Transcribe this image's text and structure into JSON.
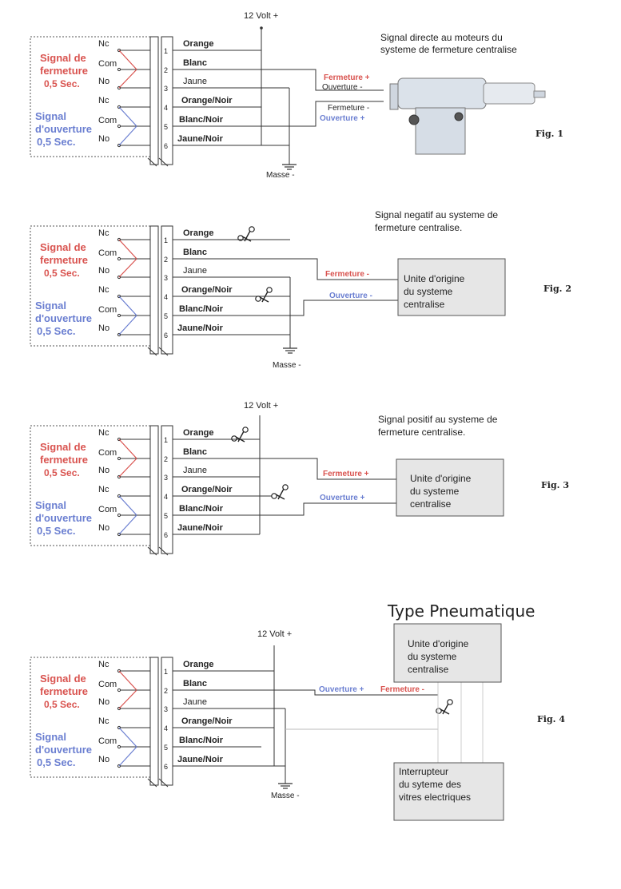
{
  "relay_labels": {
    "close_signal": [
      "Signal de",
      "fermeture",
      "0,5 Sec."
    ],
    "open_signal": [
      "Signal",
      "d'ouverture",
      "0,5 Sec."
    ],
    "nc": "Nc",
    "com": "Com",
    "no": "No"
  },
  "pins": [
    "1",
    "2",
    "3",
    "4",
    "5",
    "6"
  ],
  "wires": [
    "Orange",
    "Blanc",
    "Jaune",
    "Orange/Noir",
    "Blanc/Noir",
    "Jaune/Noir"
  ],
  "power": {
    "plus": "12 Volt +",
    "ground": "Masse -"
  },
  "fig1": {
    "title": [
      "Signal directe au moteurs du",
      "systeme de fermeture centralise"
    ],
    "fermeture_plus": "Fermeture +",
    "ouverture_minus": "Ouverture -",
    "fermeture_minus": "Fermeture -",
    "ouverture_plus": "Ouverture +",
    "label": "Fig. 1"
  },
  "fig2": {
    "title": [
      "Signal negatif au systeme de",
      "fermeture centralise."
    ],
    "fermeture": "Fermeture -",
    "ouverture": "Ouverture -",
    "unit": [
      "Unite d'origine",
      "du systeme",
      "centralise"
    ],
    "label": "Fig. 2"
  },
  "fig3": {
    "title": [
      "Signal positif  au systeme de",
      "fermeture centralise."
    ],
    "fermeture": "Fermeture +",
    "ouverture": "Ouverture +",
    "unit": [
      "Unite d'origine",
      "du systeme",
      "centralise"
    ],
    "label": "Fig. 3"
  },
  "fig4": {
    "title": "Type Pneumatique",
    "ouverture": "Ouverture +",
    "fermeture": "Fermeture -",
    "unit": [
      "Unite d'origine",
      "du systeme",
      "centralise"
    ],
    "switch": [
      "Interrupteur",
      "du syteme des",
      "vitres electriques"
    ],
    "label": "Fig. 4"
  },
  "colors": {
    "red": "#d9534f",
    "blue": "#6b7fd1",
    "line": "#333333",
    "box": "#e6e6e6"
  }
}
